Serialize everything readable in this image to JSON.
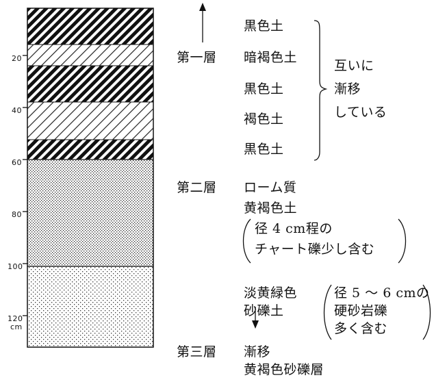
{
  "depth_axis": {
    "ticks": [
      "20",
      "40",
      "60",
      "80",
      "100",
      "120"
    ],
    "unit": "cm"
  },
  "column_layers": [
    {
      "pattern": "dense-diagonal"
    },
    {
      "pattern": "light-diagonal"
    },
    {
      "pattern": "dense-diagonal"
    },
    {
      "pattern": "light-diagonal"
    },
    {
      "pattern": "dense-diagonal"
    },
    {
      "pattern": "dense-dots"
    },
    {
      "pattern": "sparse-dots"
    }
  ],
  "layer1": {
    "name": "第一層",
    "sublayers": [
      "黒色土",
      "暗褐色土",
      "黒色土",
      "褐色土",
      "黒色土"
    ],
    "note_lines": [
      "互いに",
      "漸移",
      "している"
    ]
  },
  "layer2": {
    "name": "第二層",
    "desc_lines": [
      "ローム質",
      "黄褐色土"
    ],
    "paren_lines": [
      "径 4 cm程の",
      "チャート礫少し含む"
    ]
  },
  "layer2b": {
    "desc_lines": [
      "淡黄緑色",
      "砂礫土"
    ],
    "paren_lines": [
      "径 5 ～ 6 cmの",
      "硬砂岩礫",
      "多く含む"
    ]
  },
  "layer3": {
    "name": "第三層",
    "desc_lines": [
      "漸移",
      "黄褐色砂礫層"
    ]
  }
}
